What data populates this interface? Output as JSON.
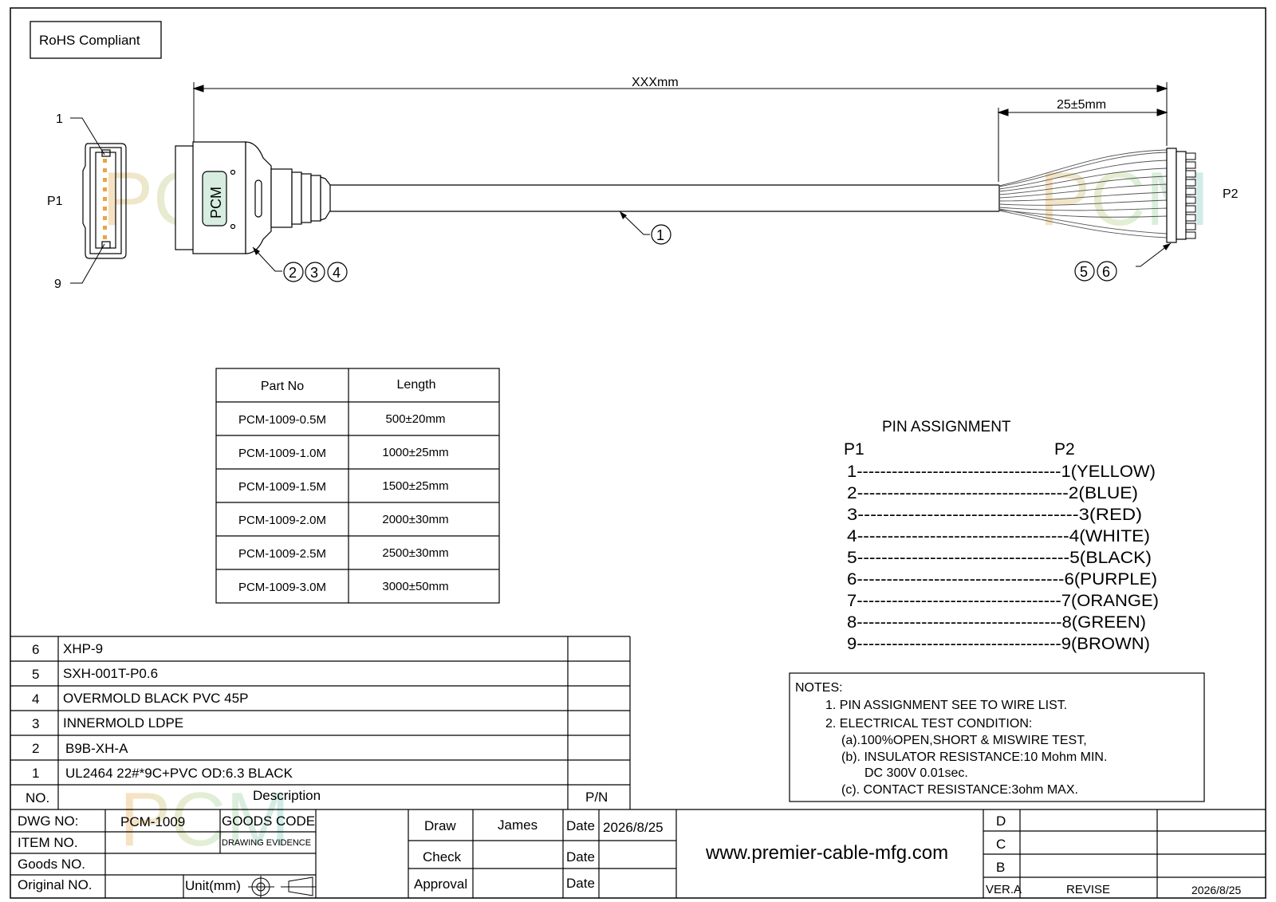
{
  "header": {
    "rohs_label": "RoHS Compliant"
  },
  "dimensions": {
    "overall": "XXXmm",
    "strip": "25±5mm"
  },
  "connectors": {
    "p1": "P1",
    "p2": "P2",
    "pin_first": "1",
    "pin_last": "9",
    "molding_label": "PCM"
  },
  "callouts": [
    "1",
    "2",
    "3",
    "4",
    "5",
    "6"
  ],
  "watermark": "PCM",
  "length_table": {
    "headers": [
      "Part No",
      "Length"
    ],
    "rows": [
      [
        "PCM-1009-0.5M",
        "500±20mm"
      ],
      [
        "PCM-1009-1.0M",
        "1000±25mm"
      ],
      [
        "PCM-1009-1.5M",
        "1500±25mm"
      ],
      [
        "PCM-1009-2.0M",
        "2000±30mm"
      ],
      [
        "PCM-1009-2.5M",
        "2500±30mm"
      ],
      [
        "PCM-1009-3.0M",
        "3000±50mm"
      ]
    ]
  },
  "pin_assignment": {
    "title": "PIN  ASSIGNMENT",
    "col_p1": "P1",
    "col_p2": "P2",
    "rows": [
      "1-----------------------------------1(YELLOW)",
      "2-----------------------------------2(BLUE)",
      "3-----------------------------------3(RED)",
      "4-----------------------------------4(WHITE)",
      "5-----------------------------------5(BLACK)",
      "6-----------------------------------6(PURPLE)",
      "7-----------------------------------7(ORANGE)",
      "8-----------------------------------8(GREEN)",
      "9-----------------------------------9(BROWN)"
    ]
  },
  "notes": {
    "title": "NOTES:",
    "lines": [
      "1. PIN ASSIGNMENT SEE TO WIRE LIST.",
      "2. ELECTRICAL TEST CONDITION:",
      "(a).100%OPEN,SHORT & MISWIRE TEST,",
      "(b). INSULATOR RESISTANCE:10 Mohm MIN.",
      "DC 300V 0.01sec.",
      "(c). CONTACT RESISTANCE:3ohm MAX."
    ]
  },
  "bom": {
    "rows": [
      {
        "no": "6",
        "desc": "XHP-9"
      },
      {
        "no": "5",
        "desc": "SXH-001T-P0.6"
      },
      {
        "no": "4",
        "desc": "OVERMOLD BLACK PVC 45P"
      },
      {
        "no": "3",
        "desc": "INNERMOLD LDPE"
      },
      {
        "no": "2",
        "desc": "B9B-XH-A"
      },
      {
        "no": "1",
        "desc": "UL2464 22#*9C+PVC OD:6.3  BLACK"
      }
    ],
    "header": {
      "no": "NO.",
      "desc": "Description",
      "pn": "P/N"
    }
  },
  "title_block": {
    "dwg_no_label": "DWG NO:",
    "dwg_no": "PCM-1009",
    "goods_code_label": "GOODS CODE",
    "drawing_evidence": "DRAWING EVIDENCE",
    "item_no_label": "ITEM NO.",
    "goods_no_label": "Goods NO.",
    "original_no_label": "Original NO.",
    "unit_label": "Unit(mm)",
    "draw_label": "Draw",
    "drawer": "James",
    "check_label": "Check",
    "approval_label": "Approval",
    "date_label": "Date",
    "draw_date": "2026/8/25",
    "website": "www.premier-cable-mfg.com",
    "rev_d": "D",
    "rev_c": "C",
    "rev_b": "B",
    "ver_label": "VER.A",
    "revise_label": "REVISE",
    "rev_date": "2026/8/25"
  }
}
